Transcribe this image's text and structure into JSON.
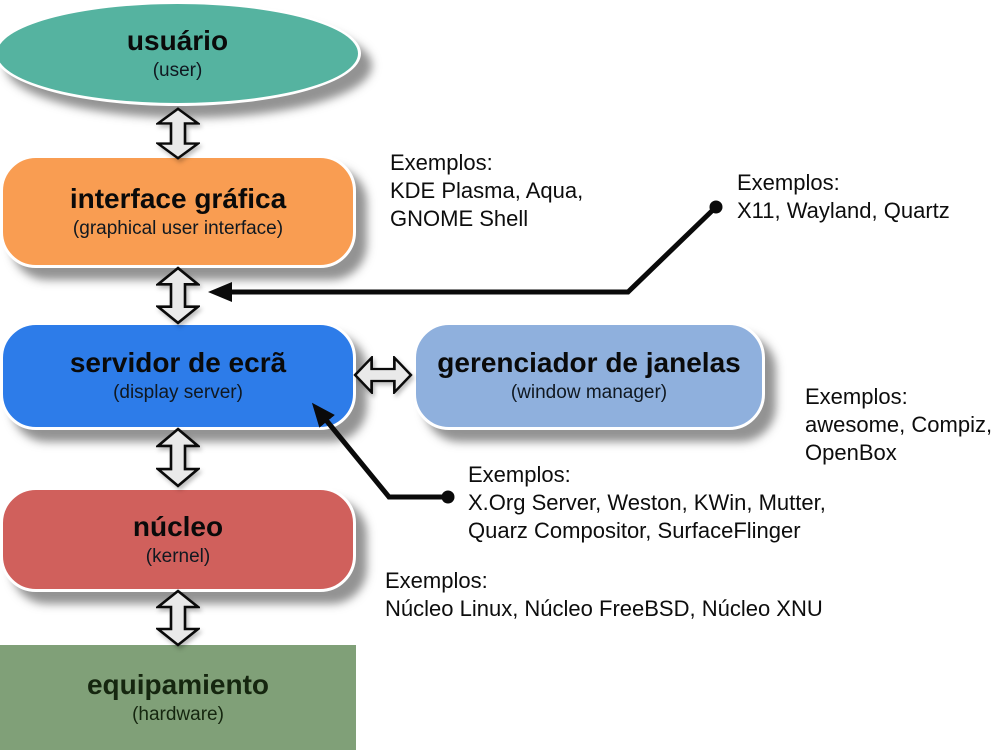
{
  "diagram_title": "display-stack-layers",
  "colors": {
    "user": "#55b3a0",
    "gui": "#f99d52",
    "display_server": "#2d7ce9",
    "window_manager": "#8fb0dd",
    "kernel": "#d0605c",
    "hardware": "#80a078",
    "arrow_fill": "#e9e9e9",
    "line": "#0a0a0a"
  },
  "nodes": [
    {
      "id": "user",
      "title": "usuário",
      "subtitle": "(user)"
    },
    {
      "id": "gui",
      "title": "interface gráfica",
      "subtitle": "(graphical user interface)"
    },
    {
      "id": "display-server",
      "title": "servidor de ecrã",
      "subtitle": "(display server)"
    },
    {
      "id": "window-manager",
      "title": "gerenciador de janelas",
      "subtitle": "(window manager)"
    },
    {
      "id": "kernel",
      "title": "núcleo",
      "subtitle": "(kernel)"
    },
    {
      "id": "hardware",
      "title": "equipamiento",
      "subtitle": "(hardware)"
    }
  ],
  "annotations": [
    {
      "id": "gui-examples",
      "lines": [
        "Exemplos:",
        "KDE Plasma, Aqua,",
        "GNOME Shell"
      ]
    },
    {
      "id": "display-protocol-examples",
      "lines": [
        "Exemplos:",
        "X11, Wayland, Quartz"
      ]
    },
    {
      "id": "window-manager-examples",
      "lines": [
        "Exemplos:",
        "awesome, Compiz,",
        "OpenBox"
      ]
    },
    {
      "id": "display-server-examples",
      "lines": [
        "Exemplos:",
        "X.Org Server, Weston, KWin, Mutter,",
        "Quarz Compositor, SurfaceFlinger"
      ]
    },
    {
      "id": "kernel-examples",
      "lines": [
        "Exemplos:",
        "Núcleo Linux, Núcleo FreeBSD, Núcleo XNU"
      ]
    }
  ]
}
